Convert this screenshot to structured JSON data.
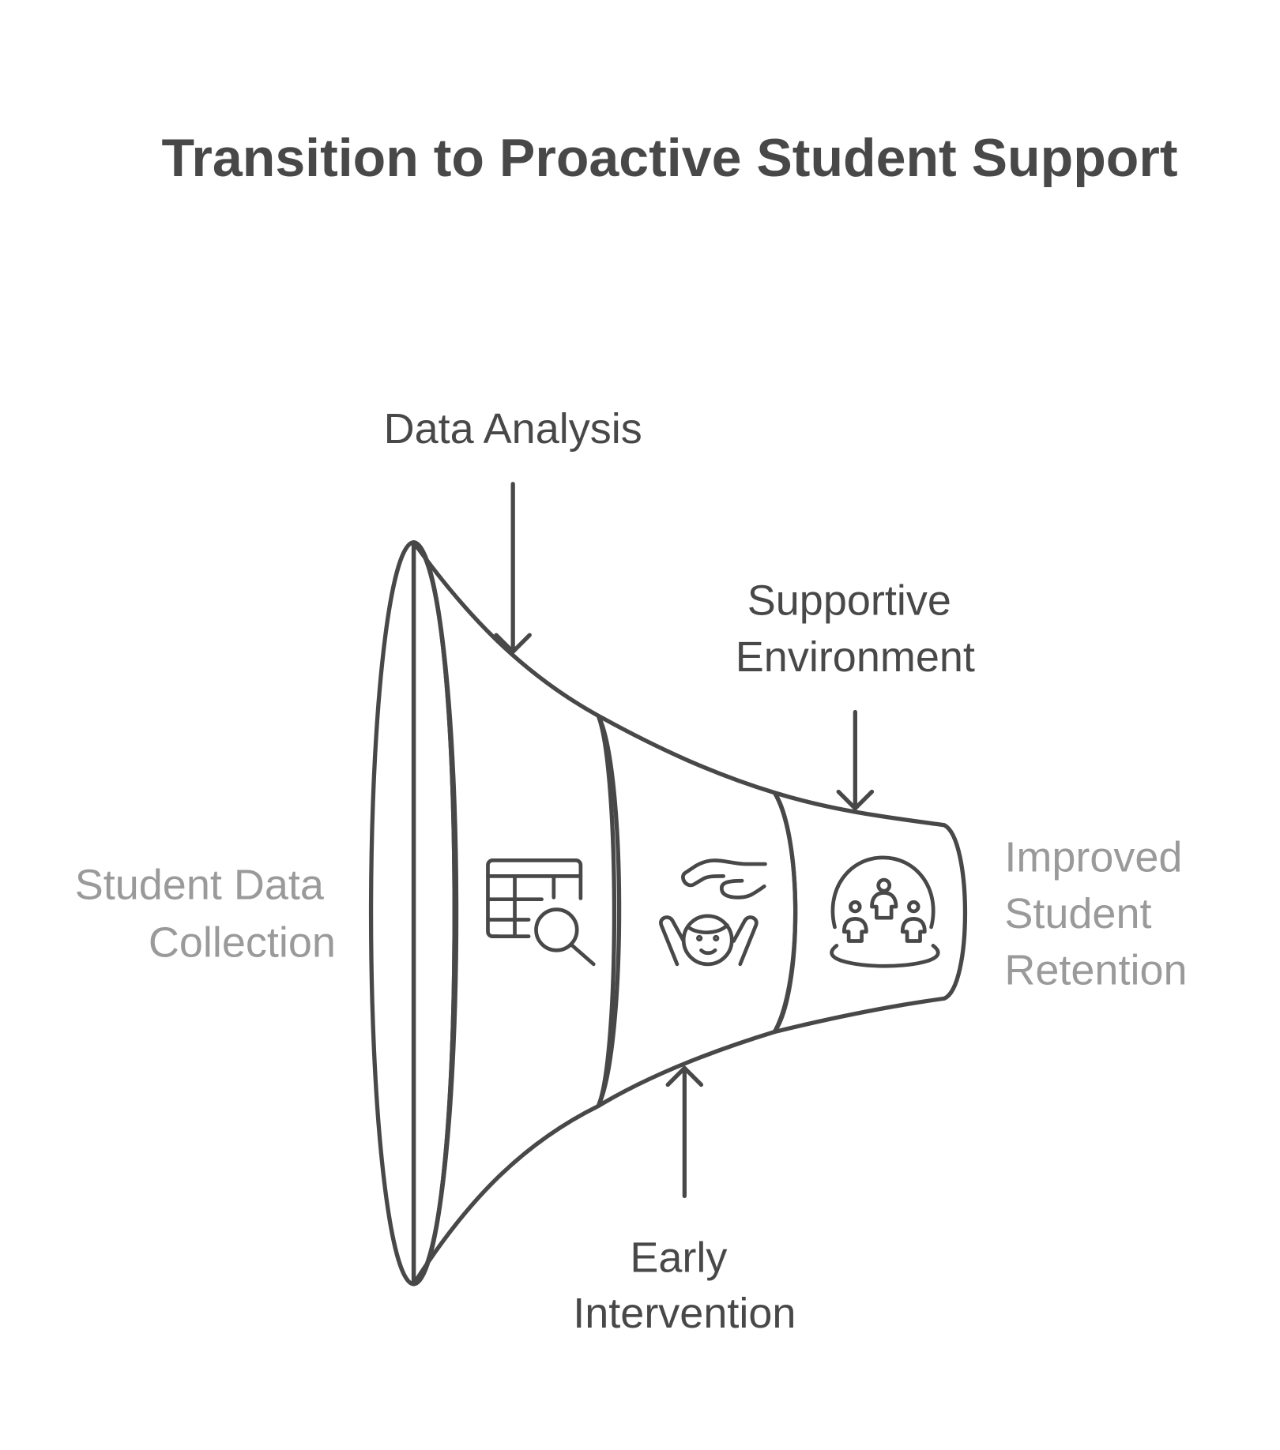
{
  "title": "Transition to Proactive Student Support",
  "stages": [
    {
      "label_lines": [
        "Student Data",
        "Collection"
      ],
      "icon": "funnel-mouth",
      "color": "#7EDFFD"
    },
    {
      "label_lines": [
        "Data Analysis"
      ],
      "icon": "table-search-icon",
      "color": "#7EDFFD"
    },
    {
      "label_lines": [
        "Early",
        "Intervention"
      ],
      "icon": "hand-child-icon",
      "color": "#84F9C3"
    },
    {
      "label_lines": [
        "Supportive",
        "Environment"
      ],
      "icon": "community-dome-icon",
      "color": "#D2F877"
    },
    {
      "label_lines": [
        "Improved",
        "Student",
        "Retention"
      ],
      "icon": "funnel-end",
      "color": "#D2F877"
    }
  ],
  "colors": {
    "text": "#484848",
    "muted": "#9A9A9A",
    "stroke": "#484848"
  }
}
